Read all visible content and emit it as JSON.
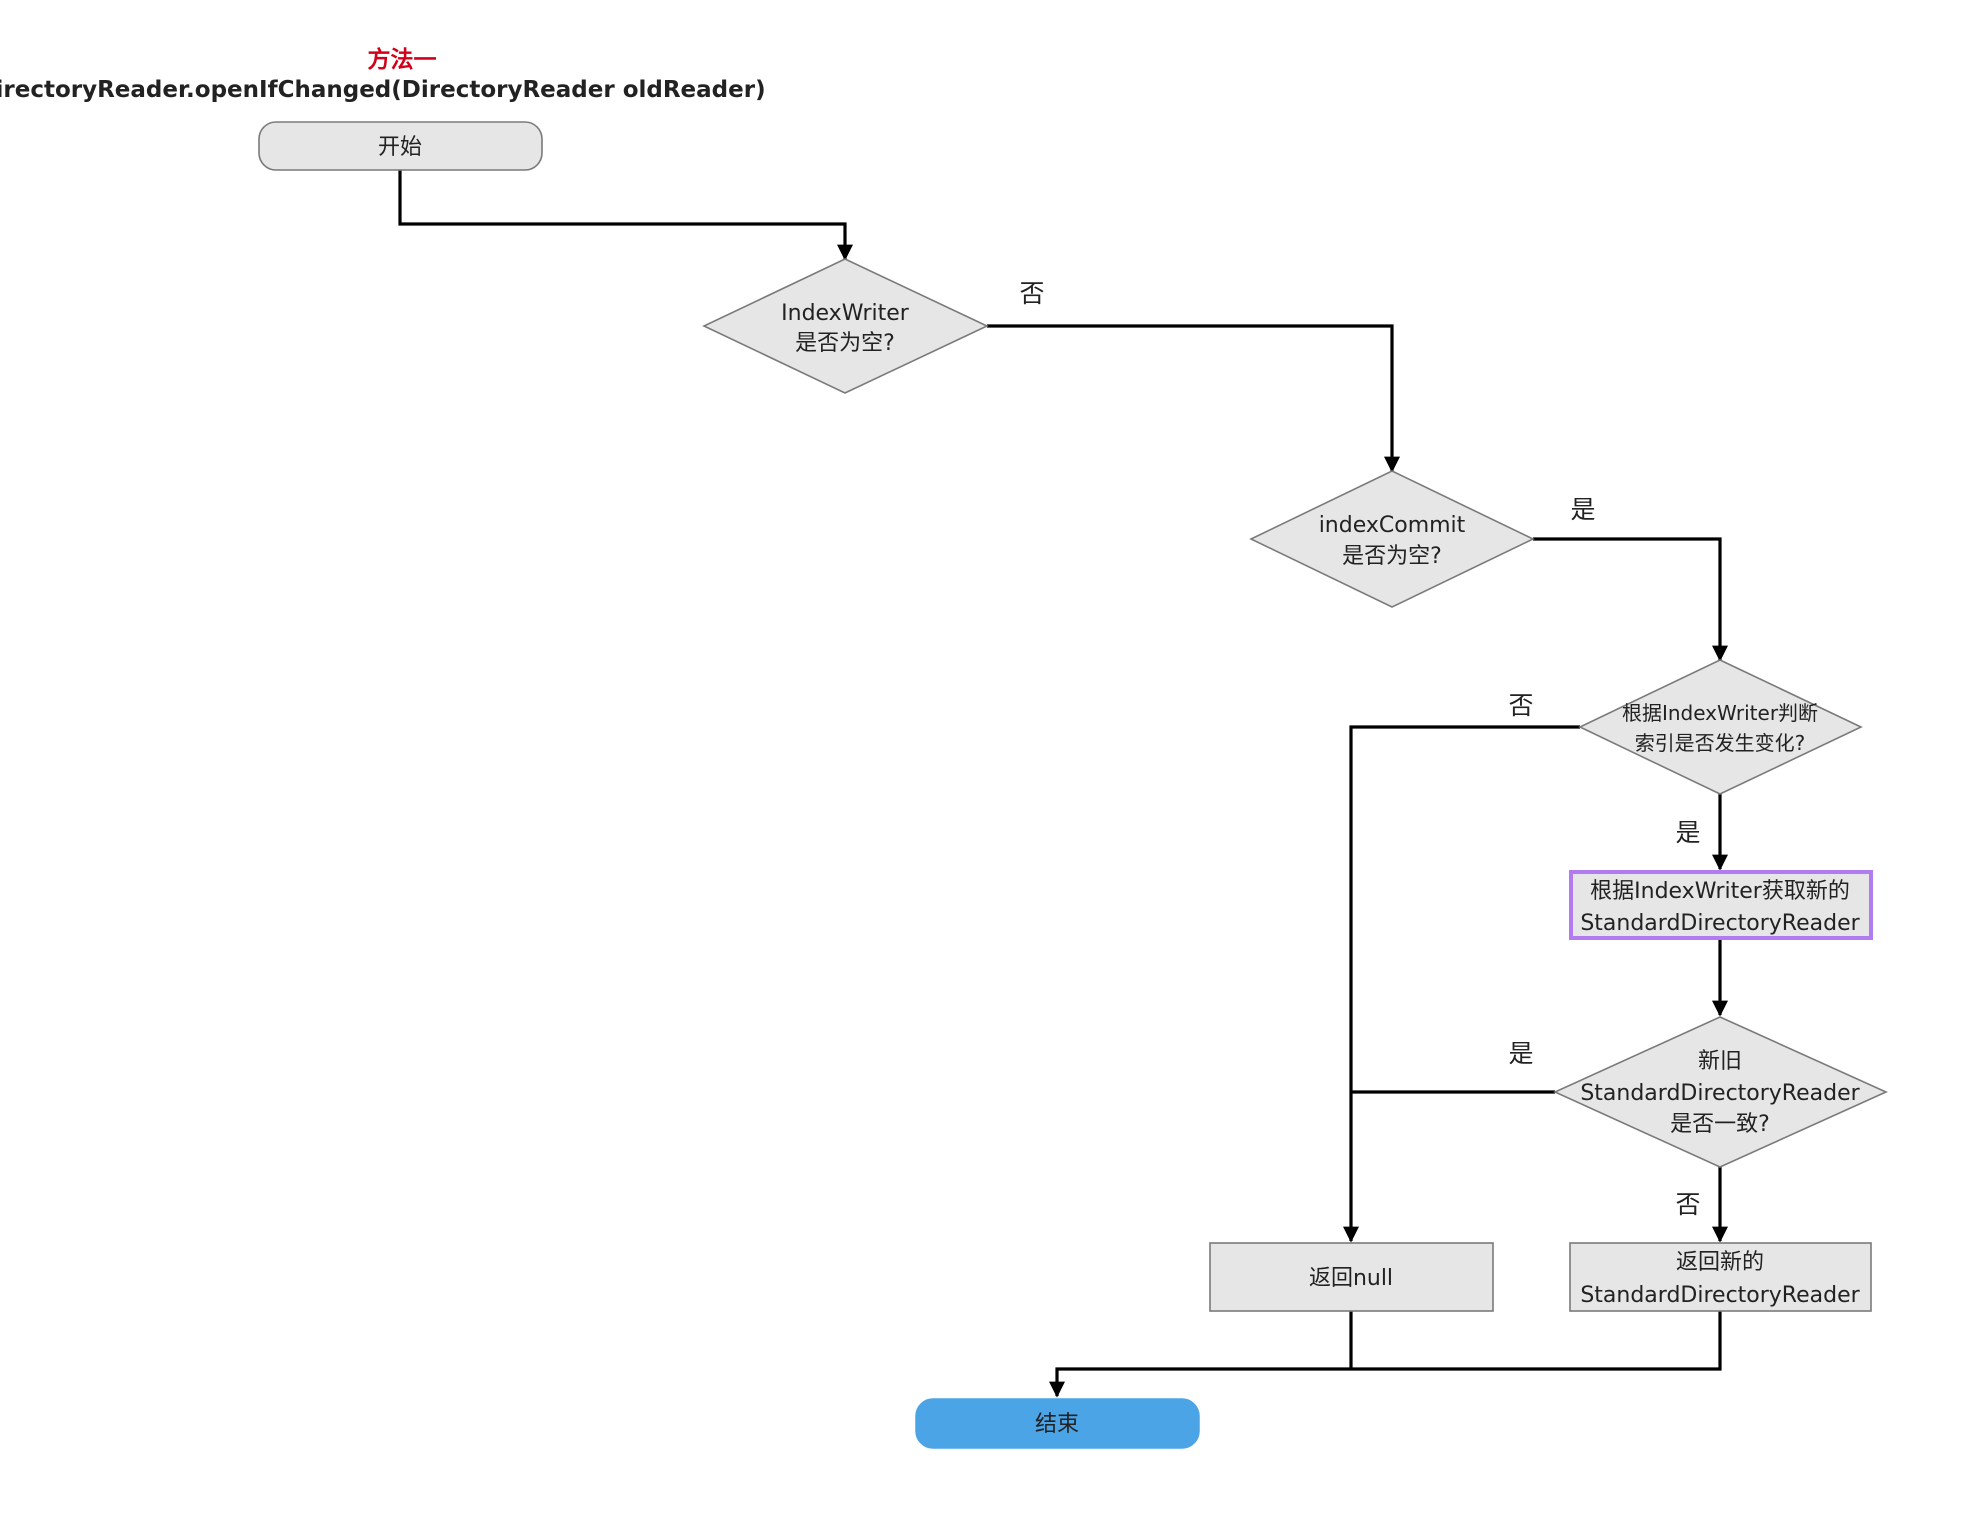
{
  "diagram": {
    "title": "方法一",
    "subtitle": "DirectoryReader.openIfChanged(DirectoryReader oldReader)",
    "colors": {
      "title_red": "#d0021b",
      "node_fill": "#e6e6e6",
      "node_stroke": "#7a7a7a",
      "end_fill": "#4aa4e6",
      "highlight_stroke": "#b07cf0",
      "edge": "#000000"
    },
    "nodes": {
      "start": {
        "lines": [
          "开始"
        ]
      },
      "check_writer": {
        "lines": [
          "IndexWriter",
          "是否为空?"
        ]
      },
      "check_commit": {
        "lines": [
          "indexCommit",
          "是否为空?"
        ]
      },
      "check_changed": {
        "lines": [
          "根据IndexWriter判断",
          "索引是否发生变化?"
        ]
      },
      "get_new_reader": {
        "lines": [
          "根据IndexWriter获取新的",
          "StandardDirectoryReader"
        ]
      },
      "check_same": {
        "lines": [
          "新旧",
          "StandardDirectoryReader",
          "是否一致?"
        ]
      },
      "return_null": {
        "lines": [
          "返回null"
        ]
      },
      "return_new": {
        "lines": [
          "返回新的",
          "StandardDirectoryReader"
        ]
      },
      "end": {
        "lines": [
          "结束"
        ]
      }
    },
    "edge_labels": {
      "writer_no": "否",
      "commit_yes": "是",
      "changed_no": "否",
      "changed_yes": "是",
      "same_yes": "是",
      "same_no": "否"
    }
  }
}
